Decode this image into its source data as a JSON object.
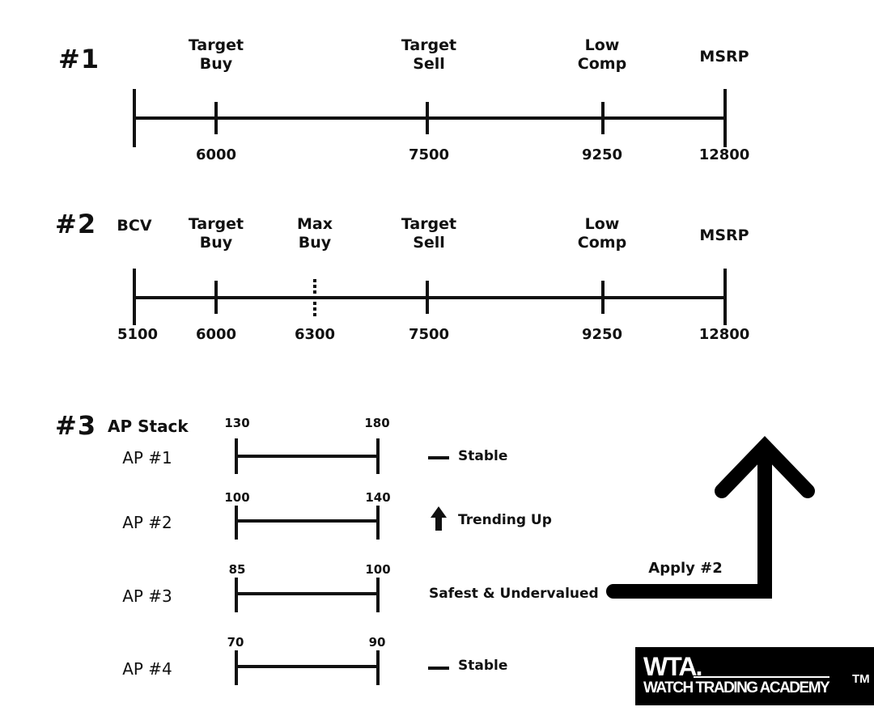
{
  "section1": {
    "tag": "#1",
    "labels": [
      {
        "lines": [
          "Target",
          "Buy"
        ],
        "value": "6000"
      },
      {
        "lines": [
          "Target",
          "Sell"
        ],
        "value": "7500"
      },
      {
        "lines": [
          "Low",
          "Comp"
        ],
        "value": "9250"
      },
      {
        "lines": [
          "MSRP"
        ],
        "value": "12800"
      }
    ]
  },
  "section2": {
    "tag": "#2",
    "labels": [
      {
        "lines": [
          "BCV"
        ],
        "value": "5100"
      },
      {
        "lines": [
          "Target",
          "Buy"
        ],
        "value": "6000"
      },
      {
        "lines": [
          "Max",
          "Buy"
        ],
        "value": "6300"
      },
      {
        "lines": [
          "Target",
          "Sell"
        ],
        "value": "7500"
      },
      {
        "lines": [
          "Low",
          "Comp"
        ],
        "value": "9250"
      },
      {
        "lines": [
          "MSRP"
        ],
        "value": "12800"
      }
    ]
  },
  "section3": {
    "tag": "#3",
    "title": "AP Stack",
    "rows": [
      {
        "name": "AP #1",
        "low": "130",
        "high": "180",
        "trend": "Stable",
        "trend_icon": "dash-icon"
      },
      {
        "name": "AP #2",
        "low": "100",
        "high": "140",
        "trend": "Trending Up",
        "trend_icon": "up-arrow-icon"
      },
      {
        "name": "AP #3",
        "low": "85",
        "high": "100",
        "trend": "Safest & Undervalued",
        "trend_icon": ""
      },
      {
        "name": "AP #4",
        "low": "70",
        "high": "90",
        "trend": "Stable",
        "trend_icon": "dash-icon"
      }
    ],
    "apply_label": "Apply #2"
  },
  "logo": {
    "big": "WTA.",
    "small": "WATCH TRADING ACADEMY",
    "tm": "TM"
  }
}
